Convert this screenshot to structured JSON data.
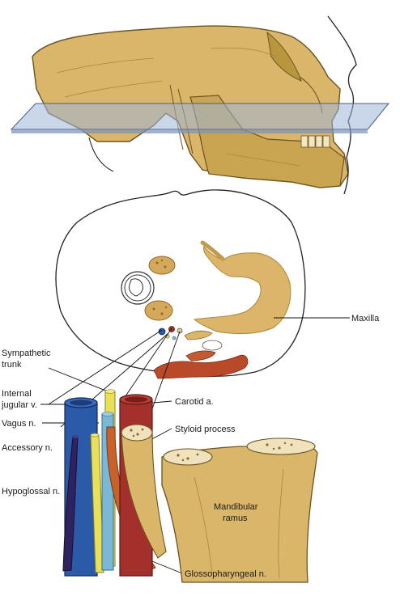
{
  "labels": {
    "maxilla": "Maxilla",
    "sympathetic_trunk": [
      "Sympathetic",
      "trunk"
    ],
    "internal_jugular_v": [
      "Internal",
      "jugular v."
    ],
    "vagus_n": "Vagus n.",
    "accessory_n": "Accessory n.",
    "hypoglossal_n": "Hypoglossal n.",
    "carotid_a": "Carotid a.",
    "styloid_process": "Styloid process",
    "mandibular_ramus": [
      "Mandibular",
      "ramus"
    ],
    "glossopharyngeal_n": "Glossopharyngeal n."
  },
  "colors": {
    "bone": "#d9b66a",
    "bone_dark": "#a88838",
    "plane": "#9fb6d9",
    "jugular_vein": "#2a5aa8",
    "carotid_artery": "#a3302a",
    "vagus_nerve": "#7bb8d6",
    "sympathetic_trunk": "#e9e05a",
    "accessory_nerve": "#2e2260",
    "glossopharyngeal_nerve": "#c8622a",
    "muscle": "#b84a2a"
  }
}
